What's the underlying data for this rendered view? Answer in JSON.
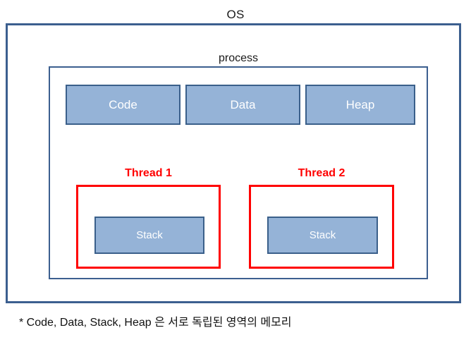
{
  "diagram": {
    "title": "OS",
    "process_label": "process",
    "segments": [
      {
        "label": "Code"
      },
      {
        "label": "Data"
      },
      {
        "label": "Heap"
      }
    ],
    "threads": [
      {
        "label": "Thread 1",
        "stack_label": "Stack"
      },
      {
        "label": "Thread 2",
        "stack_label": "Stack"
      }
    ],
    "footnote": "* Code, Data, Stack, Heap 은 서로 독립된 영역의 메모리",
    "colors": {
      "outer_border": "#3c5f8f",
      "process_border": "#3c5f8f",
      "block_fill": "#95b3d7",
      "block_border": "#3a5f8a",
      "block_text": "#ffffff",
      "thread_border": "#ff0000",
      "thread_label": "#ff0000",
      "background": "#ffffff",
      "text": "#111111"
    }
  }
}
